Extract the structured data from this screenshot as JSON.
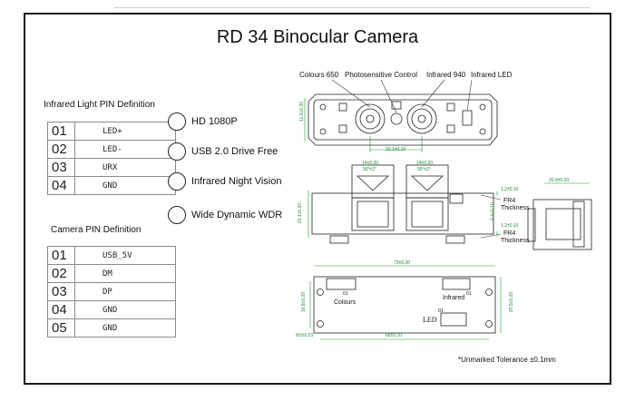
{
  "title": "RD 34 Binocular Camera",
  "infrared_section": {
    "heading": "Infrared Light PIN Definition",
    "pins": [
      {
        "num": "01",
        "signal": "LED+"
      },
      {
        "num": "02",
        "signal": "LED-"
      },
      {
        "num": "03",
        "signal": "URX"
      },
      {
        "num": "04",
        "signal": "GND"
      }
    ]
  },
  "camera_section": {
    "heading": "Camera PIN Definition",
    "pins": [
      {
        "num": "01",
        "signal": "USB_5V"
      },
      {
        "num": "02",
        "signal": "DM"
      },
      {
        "num": "03",
        "signal": "DP"
      },
      {
        "num": "04",
        "signal": "GND"
      },
      {
        "num": "05",
        "signal": "GND"
      }
    ]
  },
  "features": [
    "HD 1080P",
    "USB 2.0 Drive Free",
    "Infrared Night Vision",
    "Wide Dynamic WDR"
  ],
  "diagram": {
    "top_labels": {
      "colours": "Colours 650",
      "photosensitive": "Photosensitive Control",
      "infrared": "Infrared 940",
      "infrared_led": "Infrared LED"
    },
    "side_labels": {
      "fr4_top": "FR4",
      "fr4_top_sub": "Thickness",
      "fr4_bottom": "FR4",
      "fr4_bottom_sub": "Thickness"
    },
    "bottom_labels": {
      "colours": "Colours",
      "infrared": "Infrared",
      "led": "LED",
      "pin01_a": "01",
      "pin01_b": "01",
      "pin01_c": "01"
    },
    "dims": {
      "height_front": "11.6±0.20",
      "width_center": "20.1±0.10",
      "fov_left": "14±0.20",
      "angle_left": "90°±2°",
      "fov_right": "14±0.20",
      "angle_right": "90°±2°",
      "thick_top": "1.2±0.10",
      "thick_bottom": "1.2±0.10",
      "depth": "20.9±0.20",
      "side_height": "21.1±0.20",
      "board_length": "73±0.20",
      "board_height_left": "16.8±0.20",
      "board_height_right": "20.5±0.20",
      "hole_span": "68±0.10",
      "hole_dia": "Φ2±0.03",
      "side_small": "6.6±0.10"
    },
    "tolerance_note": "*Unmarked Tolerance ±0.1mm"
  }
}
